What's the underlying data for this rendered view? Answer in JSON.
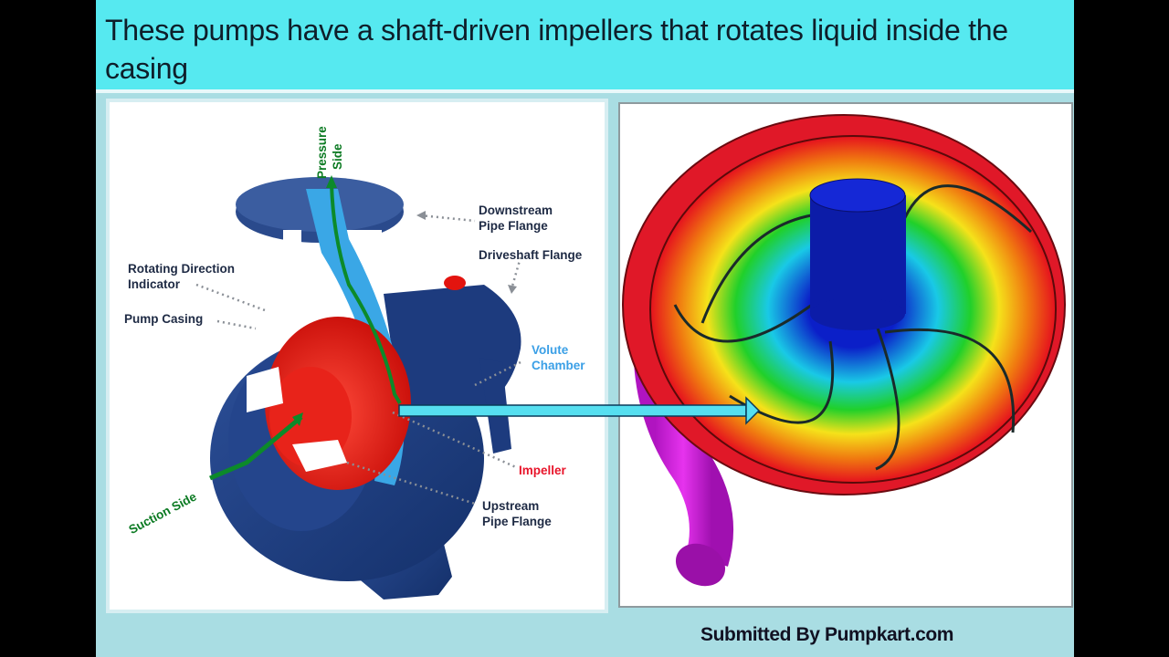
{
  "slide": {
    "title": "These pumps have a shaft-driven impellers that rotates liquid inside the  casing",
    "footer": "Submitted By Pumpkart.com"
  },
  "pump_diagram": {
    "labels": {
      "pressure_side_line1": "Pressure",
      "pressure_side_line2": "Side",
      "downstream_pipe_flange_line1": "Downstream",
      "downstream_pipe_flange_line2": "Pipe Flange",
      "driveshaft_flange": "Driveshaft Flange",
      "rotating_direction_indicator_line1": "Rotating Direction",
      "rotating_direction_indicator_line2": "Indicator",
      "pump_casing": "Pump Casing",
      "volute_chamber_line1": "Volute",
      "volute_chamber_line2": "Chamber",
      "impeller": "Impeller",
      "upstream_pipe_flange_line1": "Upstream",
      "upstream_pipe_flange_line2": "Pipe Flange",
      "suction_side": "Suction Side"
    },
    "colors": {
      "casing": "#1f3f82",
      "volute": "#3aa7e6",
      "impeller": "#e3140f",
      "flow_path": "#0c8a2a",
      "pointer_arrow": "#56dff0"
    }
  },
  "impeller_render": {
    "description": "Colorized impeller flow render (red rim to blue hub)",
    "colors": {
      "rim": "#e5101e",
      "mid": "#f5e21a",
      "inner": "#19c9e6",
      "hub": "#0b1fc8",
      "outlet_pipe": "#d81fe0"
    }
  },
  "theme": {
    "title_band": "#56e9f0",
    "slide_bg": "#a9dde3",
    "letterbox": "#000000"
  }
}
